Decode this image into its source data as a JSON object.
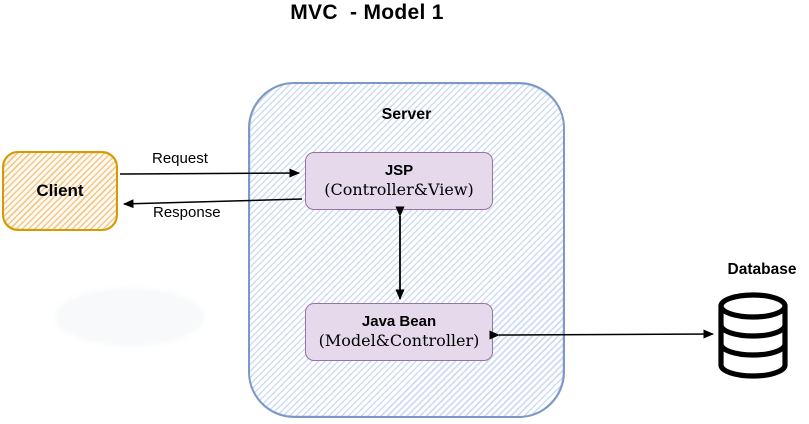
{
  "title": "MVC  - Model 1",
  "server": {
    "label": "Server"
  },
  "client": {
    "label": "Client"
  },
  "nodes": {
    "jsp": {
      "title": "JSP",
      "subtitle": "(Controller&View)"
    },
    "java_bean": {
      "title": "Java Bean",
      "subtitle": "(Model&Controller)"
    }
  },
  "database": {
    "label": "Database"
  },
  "edges": {
    "request": {
      "label": "Request",
      "from": "Client",
      "to": "JSP",
      "direction": "one-way"
    },
    "response": {
      "label": "Response",
      "from": "JSP",
      "to": "Client",
      "direction": "one-way"
    },
    "jsp_java_bean": {
      "label": "",
      "from": "JSP",
      "to": "Java Bean",
      "direction": "two-way"
    },
    "java_bean_database": {
      "label": "",
      "from": "Java Bean",
      "to": "Database",
      "direction": "two-way"
    }
  },
  "icons": {
    "database": "database-cylinder-icon"
  },
  "colors": {
    "c-server-border": "#7d98c6",
    "c-server-hatch": "#cddcf4",
    "c-client-border": "#d79b00",
    "c-client-hatch": "#f3c689",
    "c-client-fill": "#fffaf2",
    "c-node-fill": "#e5d9eb",
    "c-node-border": "#9673a6",
    "c-arrow": "#000000",
    "c-text": "#000000"
  }
}
